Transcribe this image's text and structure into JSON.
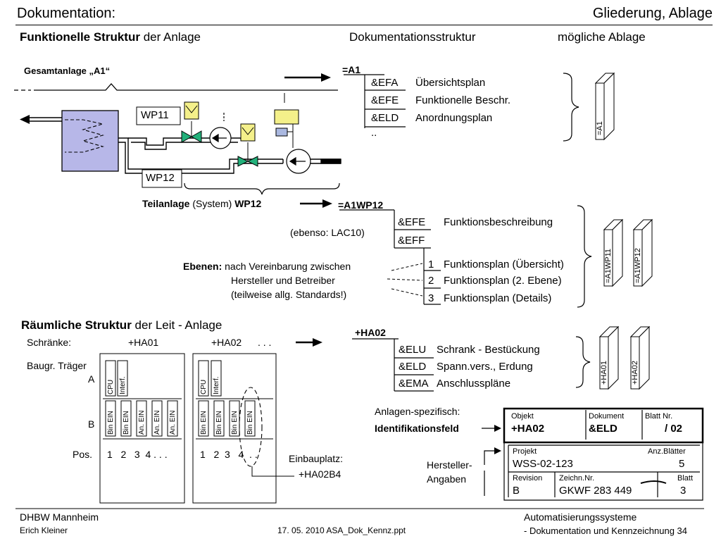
{
  "header": {
    "title_left": "Dokumentation:",
    "title_right": "Gliederung, Ablage"
  },
  "columns": {
    "functional_bold": "Funktionelle Struktur",
    "functional_rest": " der Anlage",
    "doc_structure": "Dokumentationsstruktur",
    "storage": "mögliche Ablage"
  },
  "plant": {
    "total": "Gesamtanlage „A1“",
    "wp11": "WP11",
    "wp12": "WP12",
    "sub_bold": "Teilanlage",
    "sub_rest": " (System) ",
    "sub_code": "WP12"
  },
  "tree_a1": {
    "root": "=A1",
    "items": [
      {
        "code": "&EFA",
        "label": "Übersichtsplan"
      },
      {
        "code": "&EFE",
        "label": "Funktionelle Beschr."
      },
      {
        "code": "&ELD",
        "label": "Anordnungsplan"
      }
    ],
    "more": ".."
  },
  "tree_wp12": {
    "root": "=A1WP12",
    "items": [
      {
        "code": "&EFE",
        "label": "Funktionsbeschreibung"
      },
      {
        "code": "&EFF",
        "label": ""
      }
    ],
    "levels": [
      {
        "num": "1",
        "label": "Funktionsplan (Übersicht)"
      },
      {
        "num": "2",
        "label": "Funktionsplan (2. Ebene)"
      },
      {
        "num": "3",
        "label": "Funktionsplan (Details)"
      }
    ],
    "also": "(ebenso: LAC10)"
  },
  "levels_note": {
    "bold": "Ebenen:",
    "line1": " nach Vereinbarung zwischen",
    "line2": "Hersteller und Betreiber",
    "line3": "(teilweise allg. Standards!)"
  },
  "spatial": {
    "heading_bold": "Räumliche Struktur",
    "heading_rest": " der Leit - Anlage",
    "cabinets_label": "Schränke:",
    "ha01": "+HA01",
    "ha02": "+HA02",
    "ellipsis": ". . .",
    "rack_label": "Baugr. Träger",
    "row_a": "A",
    "row_b": "B",
    "pos_label": "Pos.",
    "pos_left": "1   2   3  4 . . .",
    "pos_right": "1   2  3   4  . .",
    "cpu": "CPU",
    "interf": "Interf.",
    "cards_left": [
      "Bin EIN",
      "Bin EIN",
      "An. EIN",
      "An. EIN",
      "An. EIN"
    ],
    "cards_right": [
      "Bin EIN",
      "Bin EIN",
      "Bin EIN",
      "Bin EIN"
    ],
    "slot_label": "Einbauplatz:",
    "slot_code": "+HA02B4"
  },
  "tree_ha02": {
    "root": "+HA02",
    "items": [
      {
        "code": "&ELU",
        "label": "Schrank - Bestückung"
      },
      {
        "code": "&ELD",
        "label": "Spann.vers., Erdung"
      },
      {
        "code": "&EMA",
        "label": "Anschlusspläne"
      }
    ]
  },
  "binders": {
    "a1": "=A1",
    "wp11": "=A1WP11",
    "wp12": "=A1WP12",
    "ha01": "+HA01",
    "ha02": "+HA02"
  },
  "titleblock": {
    "plant_specific": "Anlagen-spezifisch:",
    "id_field": "Identifikationsfeld",
    "manufacturer": "Hersteller-",
    "manufacturer2": "Angaben",
    "objekt_label": "Objekt",
    "objekt_value": "+HA02",
    "dokument_label": "Dokument",
    "dokument_value": "&ELD",
    "blattnr_label": "Blatt Nr.",
    "blattnr_value": "/ 02",
    "projekt_label": "Projekt",
    "projekt_value": "WSS-02-123",
    "anz_label": "Anz.Blätter",
    "anz_value": "5",
    "revision_label": "Revision",
    "revision_value": "B",
    "zeichn_label": "Zeichn.Nr.",
    "zeichn_value": "GKWF 283 449",
    "blatt_label": "Blatt",
    "blatt_value": "3"
  },
  "footer": {
    "school": "DHBW  Mannheim",
    "author": "Erich Kleiner",
    "file": "17. 05. 2010  ASA_Dok_Kennz.ppt",
    "course": "Automatisierungssysteme",
    "topic": "- Dokumentation und Kennzeichnung  34"
  },
  "colors": {
    "tank": "#b7b7e8",
    "valve": "#22b07a",
    "actuator": "#f4f08a",
    "sensor_box": "#aab8e0"
  }
}
